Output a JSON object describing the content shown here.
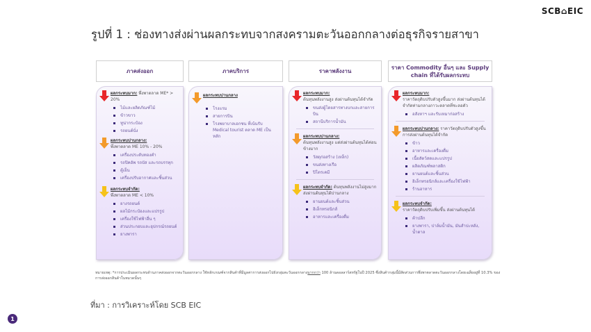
{
  "brand": {
    "logo_text": "SCB⌂EIC"
  },
  "title": "รูปที่ 1 : ช่องทางส่งผ่านผลกระทบจากสงครามตะวันออกกลางต่อธุรกิจรายสาขา",
  "colors": {
    "high": "#e8262a",
    "medium": "#f39a2b",
    "limited": "#f6c21a",
    "card_bg": "#ede4fb",
    "text_purple": "#5b4b8a"
  },
  "columns": [
    {
      "header": "ภาคส่งออก",
      "sections": [
        {
          "level": "high",
          "title": "ผลกระทบมาก:",
          "desc": "พึ่งพาตลาด ME* > 20%",
          "items": [
            "ไม้และผลิตภัณฑ์ไม้",
            "ข้าวขาว",
            "ทูน่ากระป๋อง",
            "รถยนต์นั่ง"
          ]
        },
        {
          "level": "medium",
          "title": "ผลกระทบปานกลาง:",
          "desc": "พึ่งพาตลาด ME 10% - 20%",
          "items": [
            "เครื่องประดับทองคำ",
            "รถปิคอัพ รถบัส และรถบรรทุก",
            "ตู้เย็น",
            "เครื่องปรับอากาศและชิ้นส่วน"
          ]
        },
        {
          "level": "limited",
          "title": "ผลกระทบจำกัด:",
          "desc": "พึ่งพาตลาด ME < 10%",
          "items": [
            "ยางรถยนต์",
            "ผลไม้กระป๋องและแปรรูป",
            "เครื่องใช้ไฟฟ้าอื่น ๆ",
            "ส่วนประกอบและอุปกรณ์รถยนต์",
            "ยางพารา"
          ]
        }
      ]
    },
    {
      "header": "ภาคบริการ",
      "sections": [
        {
          "level": "medium",
          "title": "ผลกระทบปานกลาง",
          "desc": "",
          "items": [
            "โรงแรม",
            "สายการบิน",
            "โรงพยาบาลเอกชน ที่เน้นรับ Medical tourist ตลาด ME เป็นหลัก"
          ]
        }
      ]
    },
    {
      "header": "ราคาพลังงาน",
      "sections": [
        {
          "level": "high",
          "title": "ผลกระทบมาก:",
          "desc": "ต้นทุนพลังงานสูง ส่งผ่านต้นทุนได้จำกัด",
          "items": [
            "ขนส่งผู้โดยสารทางบกและสายการบิน",
            "สถานีบริการน้ำมัน"
          ]
        },
        {
          "level": "medium",
          "title": "ผลกระทบปานกลาง:",
          "desc": "ต้นทุนพลังงานสูง แต่ส่งผ่านต้นทุนได้ค่อนข้างมาก",
          "items": [
            "วัสดุก่อสร้าง (เหล็ก)",
            "ขนส่งทางเรือ",
            "ปิโตรเคมี"
          ]
        },
        {
          "level": "limited",
          "title": "ผลกระทบจำกัด:",
          "desc": "ต้นทุนพลังงานไม่สูงมาก ส่งผ่านต้นทุนได้ปานกลาง",
          "items": [
            "ยานยนต์และชิ้นส่วน",
            "อิเล็กทรอนิกส์",
            "อาหารและเครื่องดื่ม"
          ]
        }
      ]
    },
    {
      "header": "ราคา Commodity อื่นๆ และ Supply chain ที่ได้รับผลกระทบ",
      "sections": [
        {
          "level": "high",
          "title": "ผลกระทบมาก:",
          "desc": "ราคาวัตถุดิบปรับตัวสูงขึ้นมาก ส่งผ่านต้นทุนได้จำกัดท่ามกลางภาวะตลาดที่ชะลอตัว",
          "items": [
            "อสังหาฯ และรับเหมาก่อสร้าง"
          ]
        },
        {
          "level": "medium",
          "title": "ผลกระทบปานกลาง:",
          "desc": "ราคาวัตถุดิบปรับตัวสูงขึ้น การส่งผ่านต้นทุนได้จำกัด",
          "items": [
            "ข้าว",
            "อาหารและเครื่องดื่ม",
            "เนื้อสัตว์สดและแปรรูป",
            "ผลิตภัณฑ์พลาสติก",
            "ยานยนต์และชิ้นส่วน",
            "อิเล็กทรอนิกส์และเครื่องใช้ไฟฟ้า",
            "ร้านอาหาร"
          ]
        },
        {
          "level": "limited",
          "title": "ผลกระทบจำกัด:",
          "desc": "ราคาวัตถุดิบปรับเพิ่มขึ้น ส่งผ่านต้นทุนได้",
          "items": [
            "ค้าปลีก",
            "ยางพารา, ปาล์มน้ำมัน, มันสำปะหลัง, น้ำตาล"
          ]
        }
      ]
    }
  ],
  "footnote": {
    "prefix": "หมายเหตุ: *การประเมินผลกระทบด้านภาคส่งออกจากตะวันออกกลาง ใช้หลักเกณฑ์จากสินค้าที่มีมูลค่าการส่งออกไปยังกลุ่มตะวันออกกลาง",
    "underlined": "มากกว่า",
    "suffix": " 100 ล้านดอลลาร์สหรัฐในปี 2025 ซึ่งสินค้ากลุ่มนี้มีสัดส่วนการพึ่งพาตลาดตะวันออกกลางโดยเฉลี่ยอยู่ที่ 10.3% ของการส่งออกสินค้าในหมวดนั้นๆ"
  },
  "source": "ที่มา : การวิเคราะห์โดย SCB EIC",
  "page_badge": "1"
}
